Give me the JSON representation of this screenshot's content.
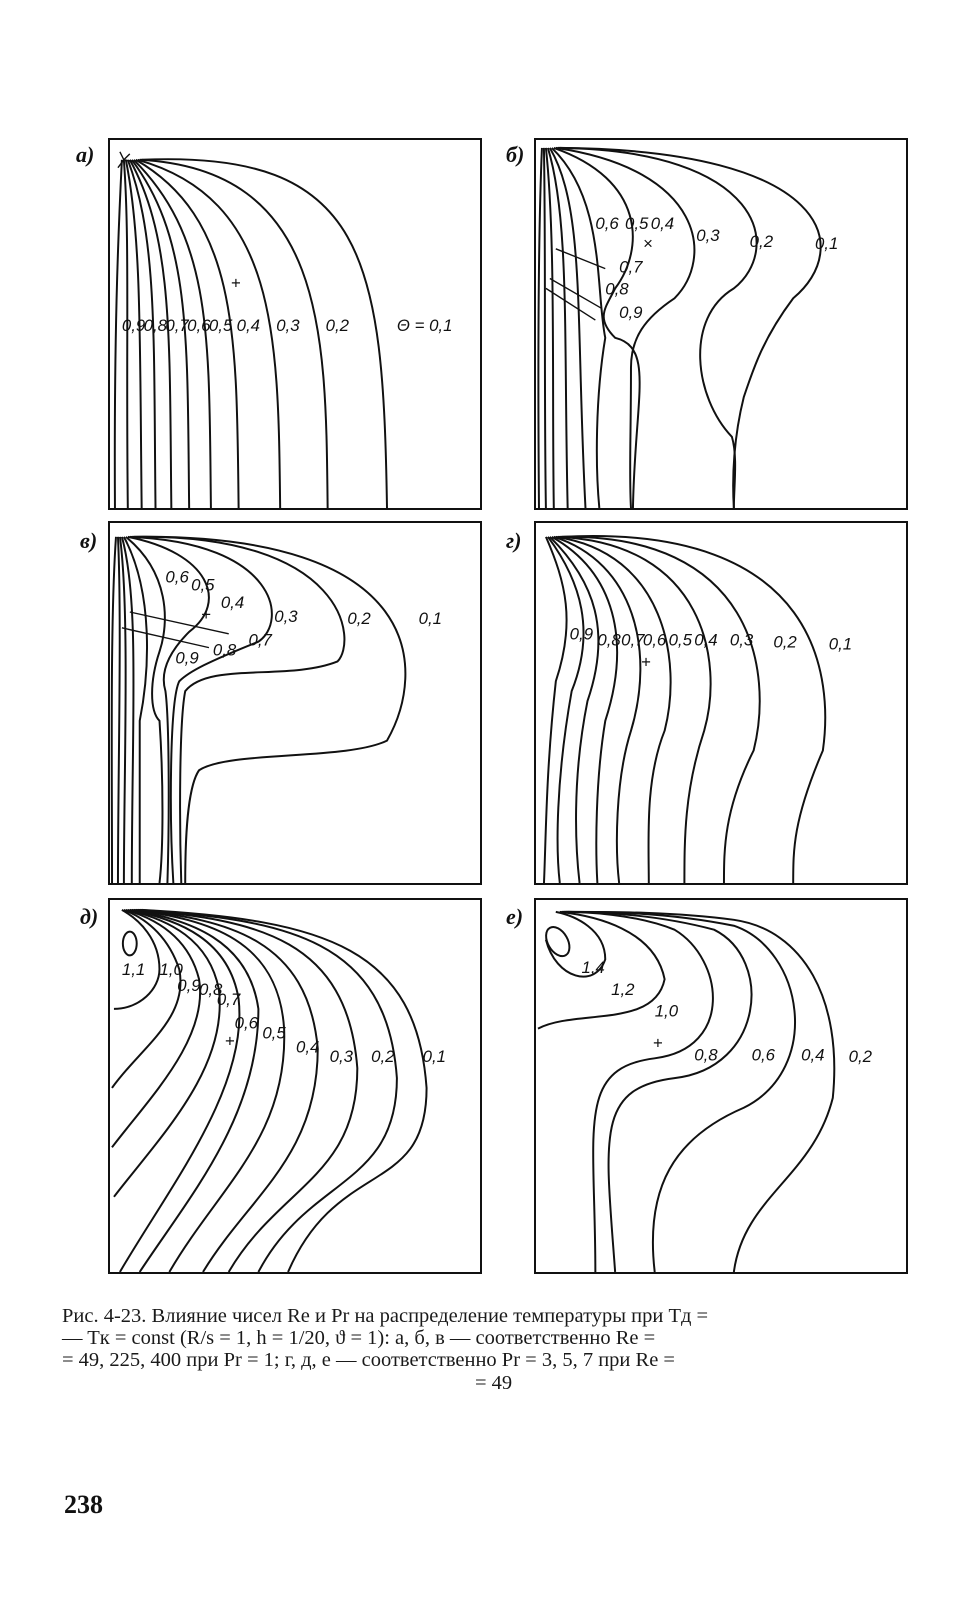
{
  "figure": {
    "panels": [
      {
        "letter": "а)",
        "labels": [
          "0,9",
          "0,8",
          "0,7",
          "0,6",
          "0,5",
          "0,4",
          "0,3",
          "0,2",
          "Θ = 0,1"
        ]
      },
      {
        "letter": "б)",
        "labels": [
          "0,6",
          "0,5",
          "0,4",
          "0,3",
          "0,2",
          "0,1",
          "0,7",
          "0,8",
          "0,9"
        ]
      },
      {
        "letter": "в)",
        "labels": [
          "0,6",
          "0,5",
          "0,4",
          "0,3",
          "0,2",
          "0,1",
          "0,7",
          "0,8",
          "0,9"
        ]
      },
      {
        "letter": "г)",
        "labels": [
          "0,9",
          "0,8",
          "0,7",
          "0,6",
          "0,5",
          "0,4",
          "0,3",
          "0,2",
          "0,1"
        ]
      },
      {
        "letter": "д)",
        "labels": [
          "1,1",
          "1,0",
          "0,9",
          "0,8",
          "0,7",
          "0,6",
          "0,5",
          "0,4",
          "0,3",
          "0,2",
          "0,1"
        ]
      },
      {
        "letter": "е)",
        "labels": [
          "1,4",
          "1,2",
          "1,0",
          "0,8",
          "0,6",
          "0,4",
          "0,2"
        ]
      }
    ],
    "caption_lines": [
      "Рис. 4-23. Влияние чисел Re и Pr на распределение температуры при Tд =",
      "— Tк = const (R/s = 1, h = 1/20, ϑ = 1): а, б, в — соответственно Re =",
      "= 49, 225, 400 при Pr = 1; г, д, е — соответственно Pr = 3, 5, 7 при Re ="
    ],
    "caption_last": "= 49"
  },
  "page_number": "238"
}
